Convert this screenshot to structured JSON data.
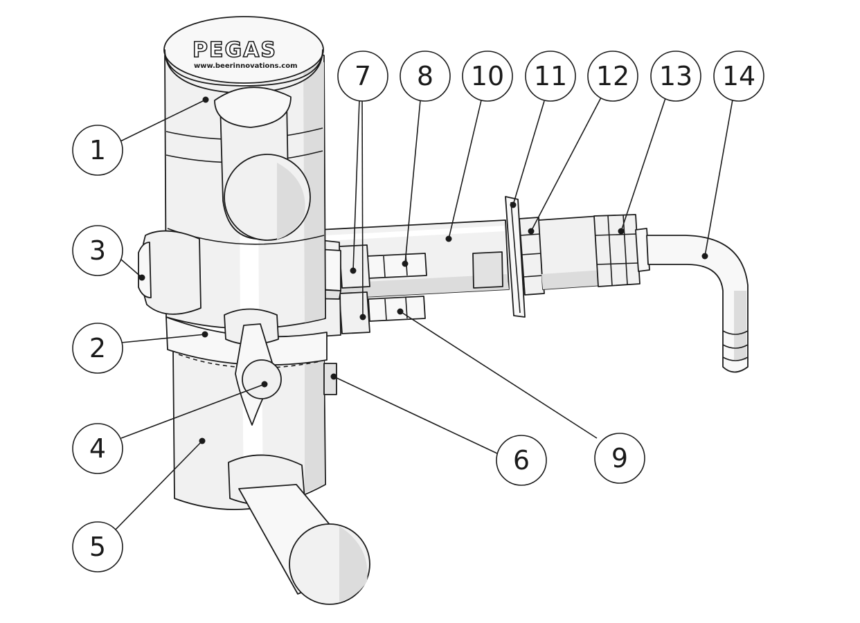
{
  "diagram": {
    "brand_logo_text": "PEGAS",
    "brand_url": "www.beerinnovations.com",
    "callouts": [
      {
        "id": "1",
        "label": "1"
      },
      {
        "id": "2",
        "label": "2"
      },
      {
        "id": "3",
        "label": "3"
      },
      {
        "id": "4",
        "label": "4"
      },
      {
        "id": "5",
        "label": "5"
      },
      {
        "id": "6",
        "label": "6"
      },
      {
        "id": "7",
        "label": "7"
      },
      {
        "id": "8",
        "label": "8"
      },
      {
        "id": "9",
        "label": "9"
      },
      {
        "id": "10",
        "label": "10"
      },
      {
        "id": "11",
        "label": "11"
      },
      {
        "id": "12",
        "label": "12"
      },
      {
        "id": "13",
        "label": "13"
      },
      {
        "id": "14",
        "label": "14"
      }
    ]
  }
}
